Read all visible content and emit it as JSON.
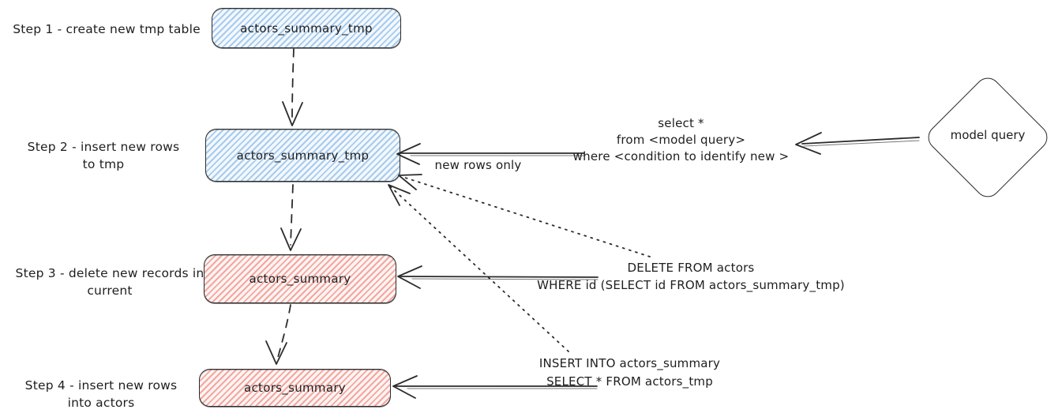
{
  "colors": {
    "stroke": "#2b2b2b",
    "blue_stripe": "#a8cbec",
    "blue_bg": "#f2f8fe",
    "red_stripe": "#f3a79f",
    "red_bg": "#fdf4f3"
  },
  "steps": [
    {
      "label": [
        "Step 1 - create new tmp table"
      ],
      "node": "actors_summary_tmp",
      "color": "blue"
    },
    {
      "label": [
        "Step 2 - insert new rows",
        "to tmp"
      ],
      "node": "actors_summary_tmp",
      "color": "blue"
    },
    {
      "label": [
        "Step 3 - delete new records in",
        "current"
      ],
      "node": "actors_summary",
      "color": "red"
    },
    {
      "label": [
        "Step 4 - insert new rows",
        "into actors"
      ],
      "node": "actors_summary",
      "color": "red"
    }
  ],
  "diamond": {
    "label": "model query"
  },
  "annotations": {
    "new_rows_only": "new rows only",
    "select_query": {
      "line1": "select *",
      "line2": "from <model query>",
      "line3": "where <condition to identify new >"
    },
    "delete_query": {
      "line1": "DELETE FROM actors",
      "line2": "WHERE id (SELECT id FROM actors_summary_tmp)"
    },
    "insert_query": {
      "line1": "INSERT INTO actors_summary",
      "line2": "SELECT * FROM actors_tmp"
    }
  }
}
